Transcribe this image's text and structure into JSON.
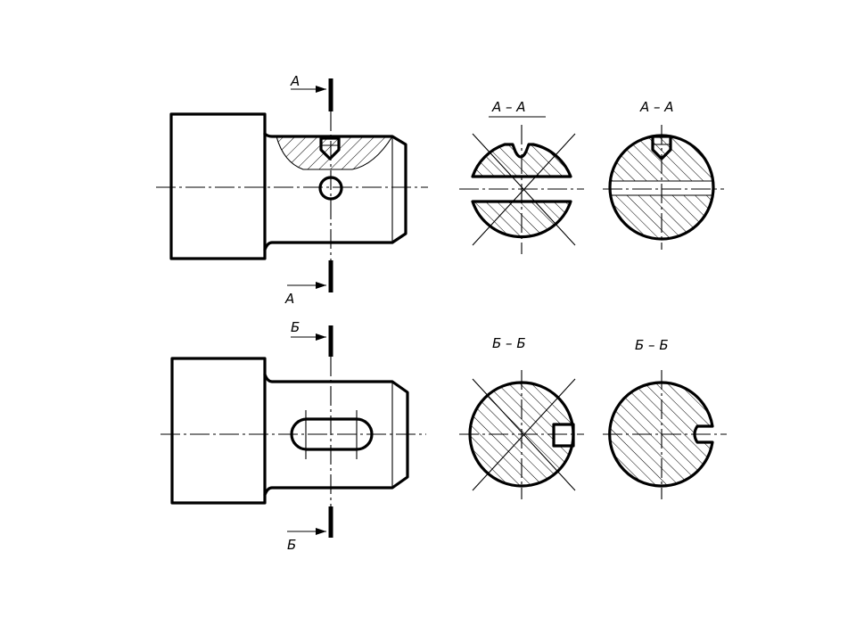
{
  "labels": {
    "section_a_top": "А",
    "section_a_bottom": "А",
    "section_b_top": "Б",
    "section_b_bottom": "Б",
    "view_a1": "А – А",
    "view_a2": "А – А",
    "view_b1": "Б – Б",
    "view_b2": "Б – Б"
  },
  "colors": {
    "ink": "#000000",
    "paper": "#ffffff"
  }
}
